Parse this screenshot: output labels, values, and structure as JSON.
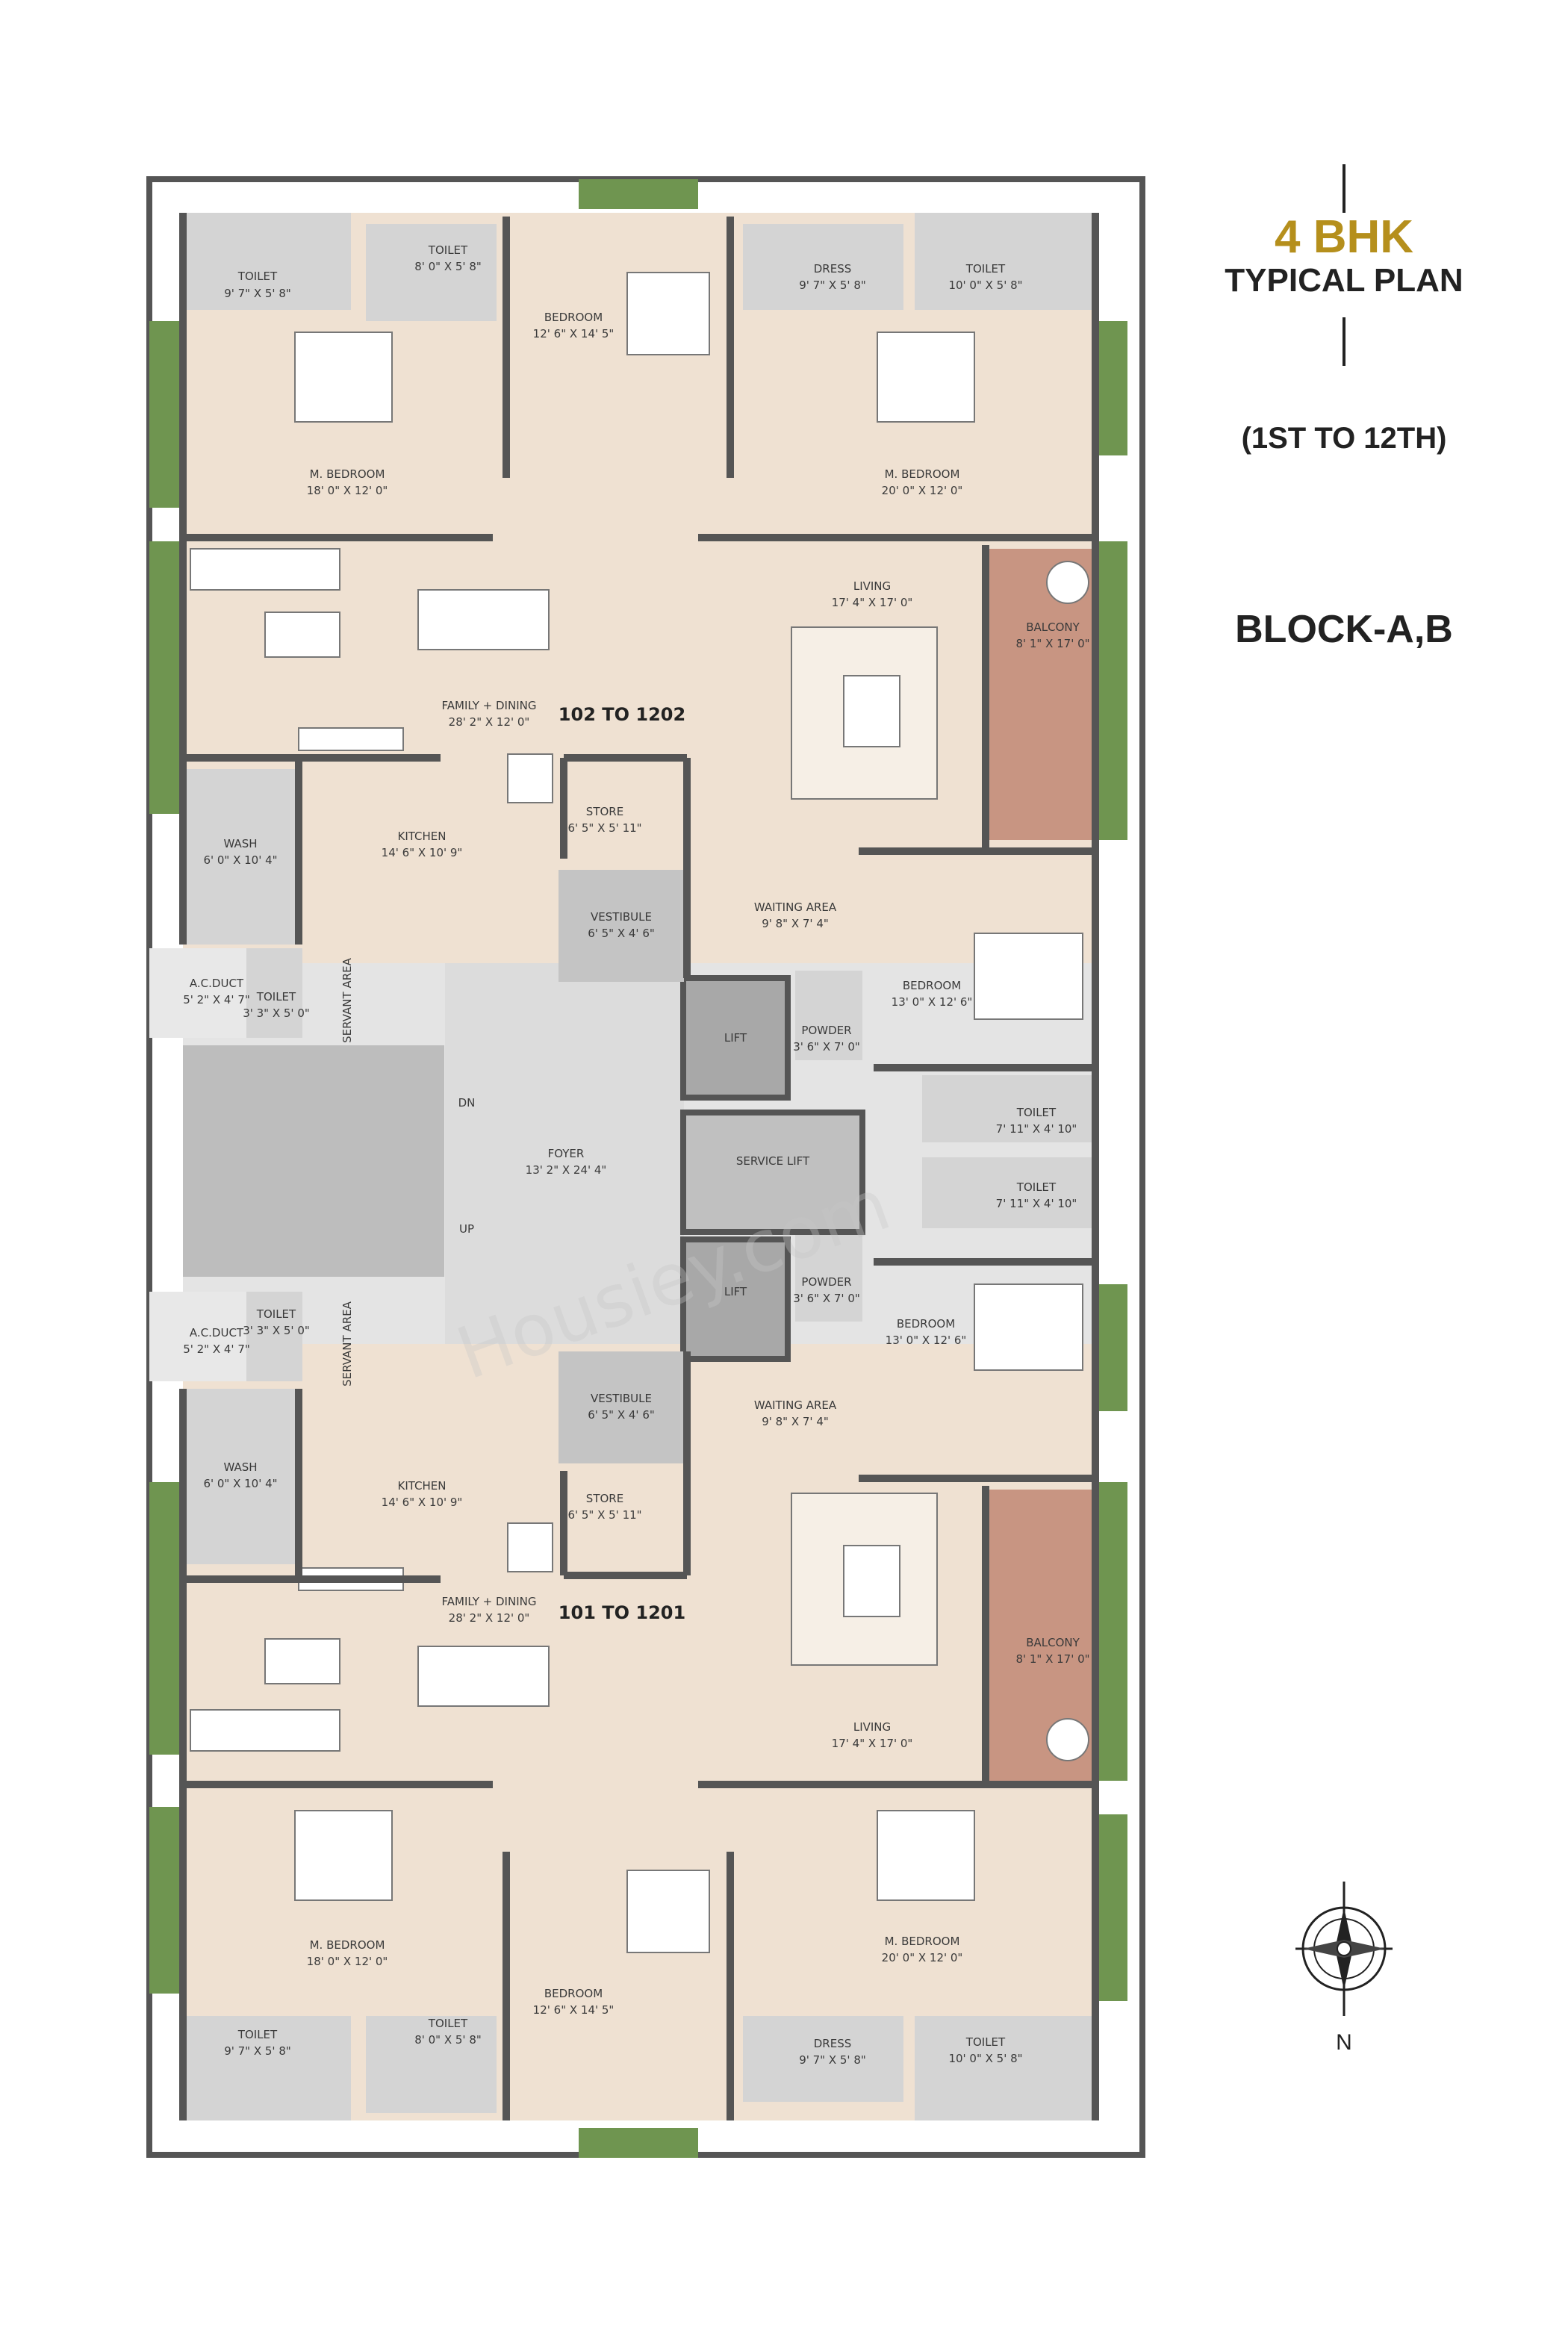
{
  "title": {
    "bhk": "4 BHK",
    "plan": "TYPICAL PLAN",
    "floors": "(1ST TO 12TH)",
    "block": "BLOCK-A,B"
  },
  "compass": {
    "label": "N"
  },
  "watermark": "Housiey.com",
  "units": {
    "upper": "102 TO 1202",
    "lower": "101 TO 1201"
  },
  "core": {
    "foyer": {
      "name": "FOYER",
      "dim": "13' 2\" X 24' 4\""
    },
    "lift_a": "LIFT",
    "lift_b": "LIFT",
    "service_lift": "SERVICE LIFT",
    "dn": "DN",
    "up": "UP"
  },
  "upper": {
    "toilet_left": {
      "name": "TOILET",
      "dim": "9' 7\" X 5' 8\""
    },
    "toilet_mid": {
      "name": "TOILET",
      "dim": "8' 0\" X 5' 8\""
    },
    "bedroom_top": {
      "name": "BEDROOM",
      "dim": "12' 6\" X 14' 5\""
    },
    "dress": {
      "name": "DRESS",
      "dim": "9' 7\" X 5' 8\""
    },
    "toilet_right": {
      "name": "TOILET",
      "dim": "10' 0\" X 5' 8\""
    },
    "mbed_left": {
      "name": "M. BEDROOM",
      "dim": "18' 0\" X 12' 0\""
    },
    "mbed_right": {
      "name": "M. BEDROOM",
      "dim": "20' 0\" X 12' 0\""
    },
    "living": {
      "name": "LIVING",
      "dim": "17' 4\" X 17' 0\""
    },
    "balcony": {
      "name": "BALCONY",
      "dim": "8' 1\" X 17' 0\""
    },
    "family": {
      "name": "FAMILY + DINING",
      "dim": "28' 2\" X 12' 0\""
    },
    "wash": {
      "name": "WASH",
      "dim": "6' 0\" X 10' 4\""
    },
    "kitchen": {
      "name": "KITCHEN",
      "dim": "14' 6\" X 10' 9\""
    },
    "store": {
      "name": "STORE",
      "dim": "6' 5\" X 5' 11\""
    },
    "vestibule": {
      "name": "VESTIBULE",
      "dim": "6' 5\" X 4' 6\""
    },
    "waiting": {
      "name": "WAITING AREA",
      "dim": "9' 8\" X 7' 4\""
    },
    "bedroom_side": {
      "name": "BEDROOM",
      "dim": "13' 0\" X 12' 6\""
    },
    "acduct": {
      "name": "A.C.DUCT",
      "dim": "5' 2\" X 4' 7\""
    },
    "toilet_small": {
      "name": "TOILET",
      "dim": "3' 3\" X 5' 0\""
    },
    "servant": "SERVANT AREA",
    "powder": {
      "name": "POWDER",
      "dim": "3' 6\" X 7' 0\""
    },
    "toilet_side": {
      "name": "TOILET",
      "dim": "7' 11\" X 4' 10\""
    }
  },
  "lower": {
    "toilet_left": {
      "name": "TOILET",
      "dim": "9' 7\" X 5' 8\""
    },
    "toilet_mid": {
      "name": "TOILET",
      "dim": "8' 0\" X 5' 8\""
    },
    "bedroom_bottom": {
      "name": "BEDROOM",
      "dim": "12' 6\" X 14' 5\""
    },
    "dress": {
      "name": "DRESS",
      "dim": "9' 7\" X 5' 8\""
    },
    "toilet_right": {
      "name": "TOILET",
      "dim": "10' 0\" X 5' 8\""
    },
    "mbed_left": {
      "name": "M. BEDROOM",
      "dim": "18' 0\" X 12' 0\""
    },
    "mbed_right": {
      "name": "M. BEDROOM",
      "dim": "20' 0\" X 12' 0\""
    },
    "living": {
      "name": "LIVING",
      "dim": "17' 4\" X 17' 0\""
    },
    "balcony": {
      "name": "BALCONY",
      "dim": "8' 1\" X 17' 0\""
    },
    "family": {
      "name": "FAMILY + DINING",
      "dim": "28' 2\" X 12' 0\""
    },
    "wash": {
      "name": "WASH",
      "dim": "6' 0\" X 10' 4\""
    },
    "kitchen": {
      "name": "KITCHEN",
      "dim": "14' 6\" X 10' 9\""
    },
    "store": {
      "name": "STORE",
      "dim": "6' 5\" X 5' 11\""
    },
    "vestibule": {
      "name": "VESTIBULE",
      "dim": "6' 5\" X 4' 6\""
    },
    "waiting": {
      "name": "WAITING AREA",
      "dim": "9' 8\" X 7' 4\""
    },
    "bedroom_side": {
      "name": "BEDROOM",
      "dim": "13' 0\" X 12' 6\""
    },
    "acduct": {
      "name": "A.C.DUCT",
      "dim": "5' 2\" X 4' 7\""
    },
    "toilet_small": {
      "name": "TOILET",
      "dim": "3' 3\" X 5' 0\""
    },
    "servant": "SERVANT AREA",
    "powder": {
      "name": "POWDER",
      "dim": "3' 6\" X 7' 0\""
    },
    "toilet_side": {
      "name": "TOILET",
      "dim": "7' 11\" X 4' 10\""
    }
  },
  "colors": {
    "floor": "#efe1d2",
    "wet": "#d4d4d4",
    "core": "#dadada",
    "wall": "#555555",
    "planter": "#6f9550",
    "balcony": "#c89582",
    "title_accent": "#b58f1c"
  }
}
